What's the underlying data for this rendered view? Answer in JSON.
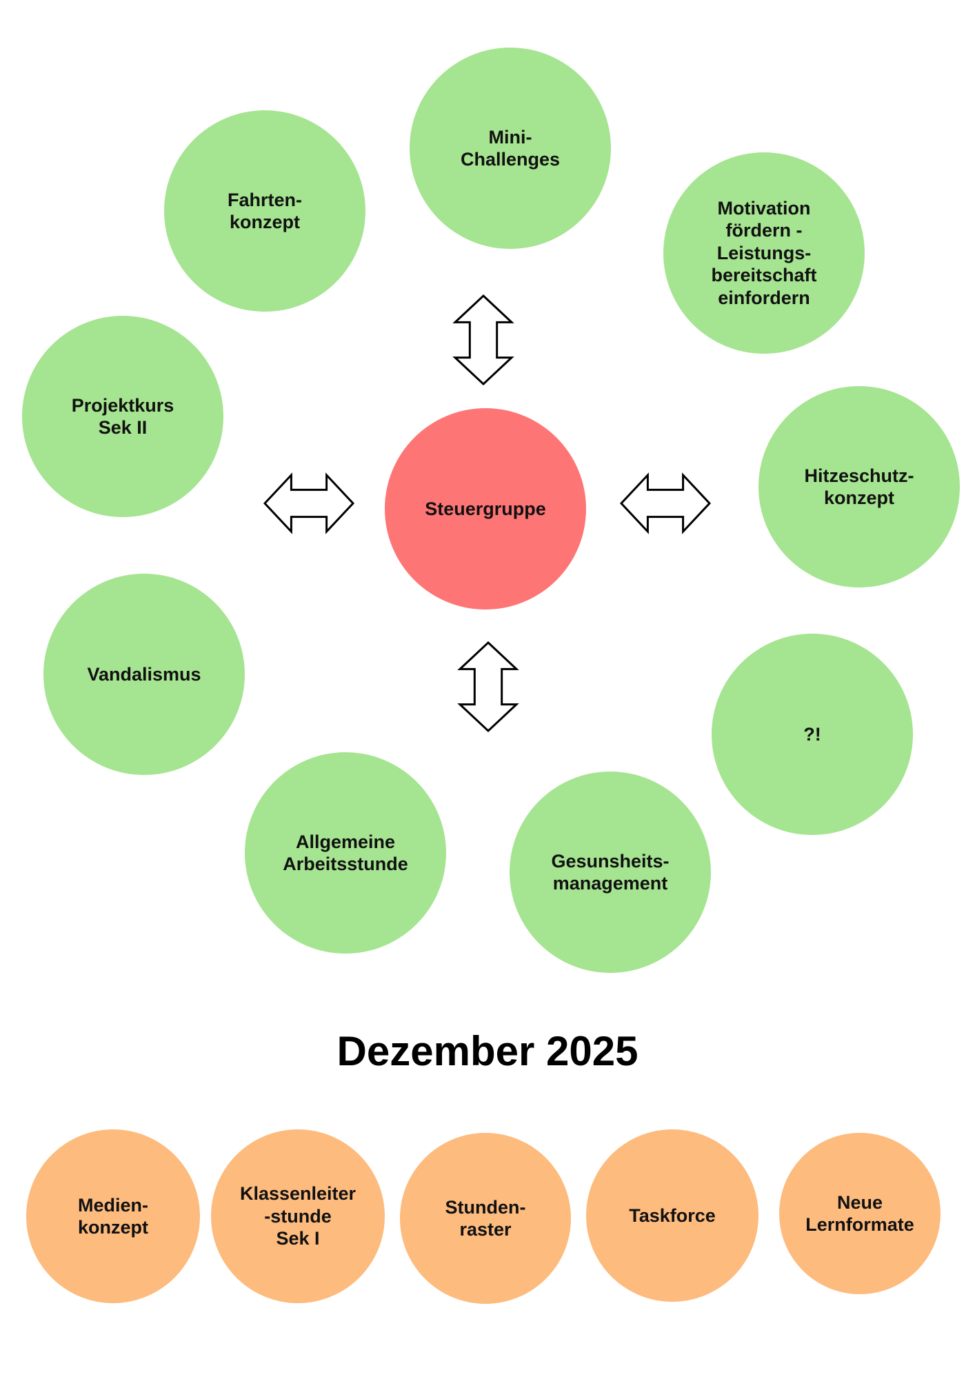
{
  "colors": {
    "green_node": "#a5e490",
    "center_node": "#fe7575",
    "orange_node": "#fdbb7e",
    "arrow_stroke": "#000000",
    "arrow_fill": "#ffffff",
    "text": "#111111"
  },
  "center": {
    "label": "Steuergruppe"
  },
  "nodes": [
    {
      "label": "Mini-\nChallenges"
    },
    {
      "label": "Fahrten-\nkonzept"
    },
    {
      "label": "Motivation\nfördern -\nLeistungs-\nbereitschaft\neinfordern"
    },
    {
      "label": "Projektkurs\nSek II"
    },
    {
      "label": "Hitzeschutz-\nkonzept"
    },
    {
      "label": "Vandalismus"
    },
    {
      "label": "?!"
    },
    {
      "label": "Allgemeine\nArbeitsstunde"
    },
    {
      "label": "Gesunsheits-\nmanagement"
    }
  ],
  "section_heading": "Dezember 2025",
  "december_nodes": [
    {
      "label": "Medien-\nkonzept"
    },
    {
      "label": "Klassenleiter\n-stunde\nSek I"
    },
    {
      "label": "Stunden-\nraster"
    },
    {
      "label": "Taskforce"
    },
    {
      "label": "Neue\nLernformate"
    }
  ],
  "arrows": [
    {
      "direction": "vertical",
      "name": "arrow-up-down-top"
    },
    {
      "direction": "horizontal",
      "name": "arrow-left-right-left"
    },
    {
      "direction": "horizontal",
      "name": "arrow-left-right-right"
    },
    {
      "direction": "vertical",
      "name": "arrow-up-down-bottom"
    }
  ]
}
